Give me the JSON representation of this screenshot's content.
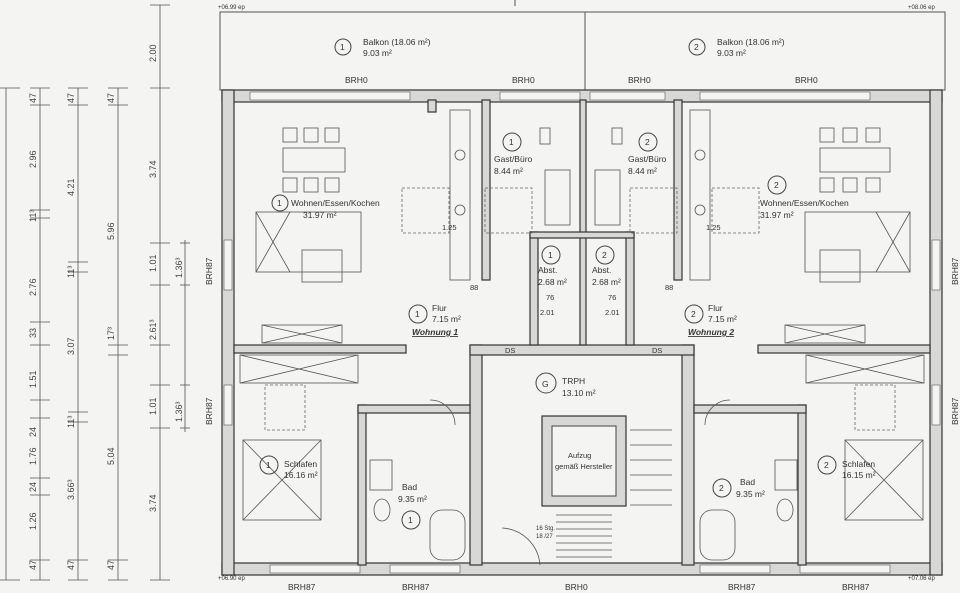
{
  "dims": {
    "col1": [
      "47",
      "1.26",
      "24",
      "1.76",
      "24",
      "1.51",
      "33",
      "2.76",
      "11³",
      "2.96",
      "47"
    ],
    "col2": [
      "47",
      "3.66³",
      "11³",
      "3.07",
      "11³",
      "4.21",
      "47"
    ],
    "col3": [
      "47",
      "5.04",
      "17³",
      "5.96",
      "47"
    ],
    "col4": [
      "3.74",
      "1.01",
      "1.36³",
      "2.61³",
      "1.01",
      "1.36³",
      "3.74",
      "2.00"
    ]
  },
  "corners": {
    "tl": "+06.99 ep",
    "tr": "+08.06 ep",
    "bl": "+06.90 ep",
    "br": "+07.06 ep"
  },
  "rooms": {
    "balkon1": {
      "num": "1",
      "name": "Balkon (18.06 m²)",
      "area": "9.03 m²"
    },
    "balkon2": {
      "num": "2",
      "name": "Balkon (18.06 m²)",
      "area": "9.03 m²"
    },
    "gast1": {
      "num": "1",
      "name": "Gast/Büro",
      "area": "8.44 m²"
    },
    "gast2": {
      "num": "2",
      "name": "Gast/Büro",
      "area": "8.44 m²"
    },
    "wohnen1": {
      "num": "1",
      "name": "Wohnen/Essen/Kochen",
      "area": "31.97 m²"
    },
    "wohnen2": {
      "num": "2",
      "name": "Wohnen/Essen/Kochen",
      "area": "31.97 m²"
    },
    "abst1": {
      "num": "1",
      "name": "Abst.",
      "area": "2.68 m²"
    },
    "abst2": {
      "num": "2",
      "name": "Abst.",
      "area": "2.68 m²"
    },
    "flur1": {
      "num": "1",
      "name": "Flur",
      "area": "7.15 m²",
      "unit": "Wohnung 1"
    },
    "flur2": {
      "num": "2",
      "name": "Flur",
      "area": "7.15 m²",
      "unit": "Wohnung 2"
    },
    "trph": {
      "num": "G",
      "name": "TRPH",
      "area": "13.10 m²"
    },
    "schlafen1": {
      "num": "1",
      "name": "Schlafen",
      "area": "16.16 m²"
    },
    "schlafen2": {
      "num": "2",
      "name": "Schlafen",
      "area": "16.15 m²"
    },
    "bad1": {
      "num": "1",
      "name": "Bad",
      "area": "9.35 m²"
    },
    "bad2": {
      "num": "2",
      "name": "Bad",
      "area": "9.35 m²"
    }
  },
  "labels": {
    "brh0": "BRH0",
    "brh87": "BRH87",
    "aufzug1": "Aufzug",
    "aufzug2": "gemäß Hersteller",
    "ds": "DS",
    "door201": "2.01",
    "door76": "76",
    "door88": "88",
    "w125": "1.25",
    "stairs1": "16 Stg.",
    "stairs2": "18 /27"
  }
}
